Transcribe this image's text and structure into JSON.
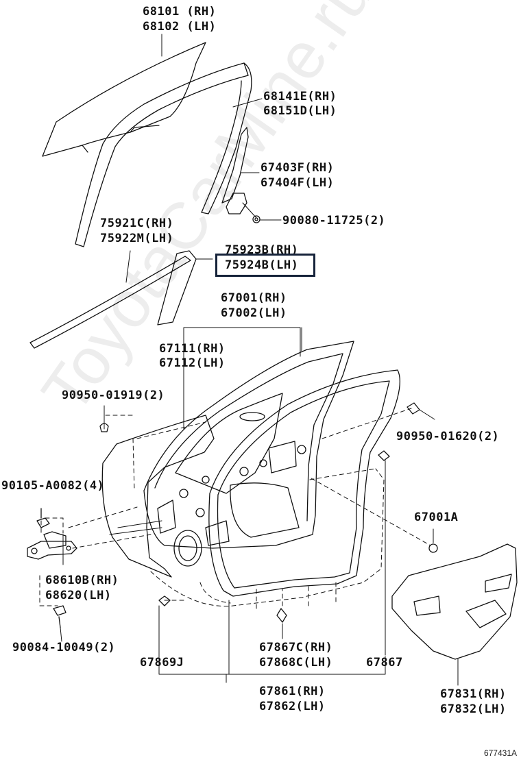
{
  "watermark": "ToyotaCarMine.ru",
  "diagram_id": "677431A",
  "highlight_color": "#16233a",
  "labels": {
    "glass": [
      "68101 (RH)",
      "68102 (LH)"
    ],
    "run_channel": [
      "68141E(RH)",
      "68151D(LH)"
    ],
    "sash": [
      "67403F(RH)",
      "67404F(LH)"
    ],
    "bolt_11725": [
      "90080-11725(2)"
    ],
    "belt_molding": [
      "75921C(RH)",
      "75922M(LH)"
    ],
    "garnish": [
      "75923B(RH)",
      "75924B(LH)"
    ],
    "door_panel": [
      "67001(RH)",
      "67002(LH)"
    ],
    "outer_panel": [
      "67111(RH)",
      "67112(LH)"
    ],
    "clip_01919": [
      "90950-01919(2)"
    ],
    "clip_01620": [
      "90950-01620(2)"
    ],
    "bolt_a0082": [
      "90105-A0082(4)"
    ],
    "plug_67001a": [
      "67001A"
    ],
    "hinge": [
      "68610B(RH)",
      "68620(LH)"
    ],
    "bolt_10049": [
      "90084-10049(2)"
    ],
    "clip_67869j": [
      "67869J"
    ],
    "clip_67867c": [
      "67867C(RH)",
      "67868C(LH)"
    ],
    "clip_67867": [
      "67867"
    ],
    "weatherstrip": [
      "67861(RH)",
      "67862(LH)"
    ],
    "service_hole_cover": [
      "67831(RH)",
      "67832(LH)"
    ]
  }
}
